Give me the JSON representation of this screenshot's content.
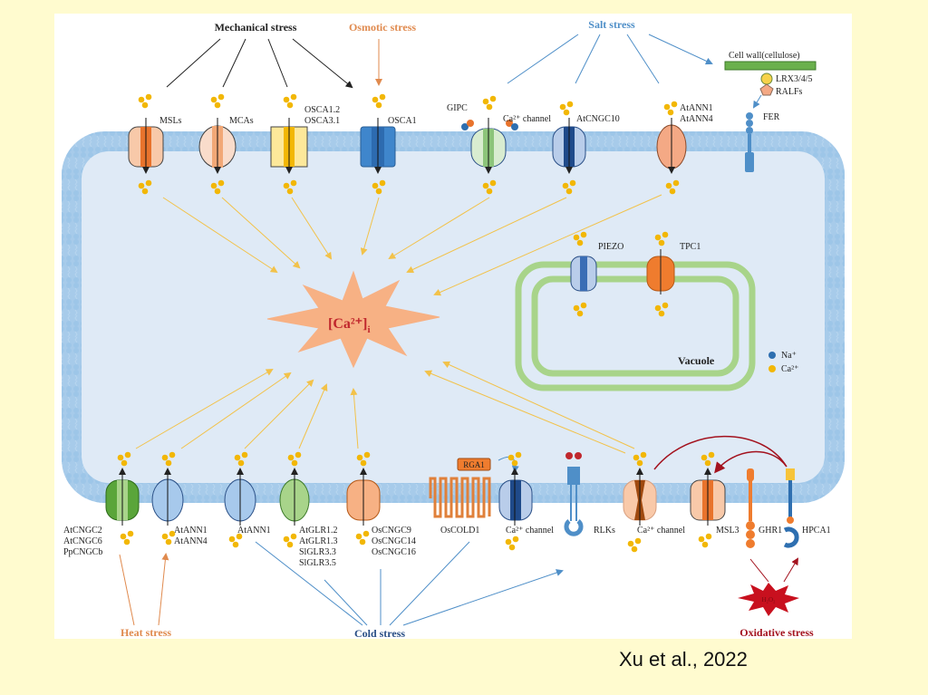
{
  "stresses": {
    "mechanical": "Mechanical stress",
    "osmotic": "Osmotic stress",
    "salt": "Salt stress",
    "heat": "Heat stress",
    "cold": "Cold stress",
    "oxidative": "Oxidative stress"
  },
  "top_channels": {
    "msls": "MSLs",
    "mcas": "MCAs",
    "osca_a": "OSCA1.2",
    "osca_b": "OSCA3.1",
    "osca1": "OSCA1",
    "gipc": "GIPC",
    "ca_channel": "Ca²⁺ channel",
    "atcngc10": "AtCNGC10",
    "atann1": "AtANN1",
    "atann4": "AtANN4",
    "cell_wall": "Cell wall(cellulose)",
    "lrx": "LRX3/4/5",
    "ralfs": "RALFs",
    "fer": "FER"
  },
  "center": {
    "ca_label": "[Ca²⁺]",
    "ca_sub": "i"
  },
  "vacuole": {
    "label": "Vacuole",
    "piezo": "PIEZO",
    "tpc1": "TPC1"
  },
  "legend": {
    "na": "Na⁺",
    "ca": "Ca²⁺",
    "na_color": "#2e6fb0",
    "ca_color": "#f2b705"
  },
  "bottom_channels": {
    "heat_cngc": [
      "AtCNGC2",
      "AtCNGC6",
      "PpCNGCb"
    ],
    "heat_ann": [
      "AtANN1",
      "AtANN4"
    ],
    "cold_ann": "AtANN1",
    "cold_glr": [
      "AtGLR1.2",
      "AtGLR1.3",
      "SlGLR3.3",
      "SlGLR3.5"
    ],
    "cold_cngc": [
      "OsCNGC9",
      "OsCNGC14",
      "OsCNGC16"
    ],
    "oscold1": "OsCOLD1",
    "rga1": "RGA1",
    "ca_channel_1": "Ca²⁺ channel",
    "rlks": "RLKs",
    "ca_channel_2": "Ca²⁺ channel",
    "msl3": "MSL3",
    "ghr1": "GHR1",
    "hpca1": "HPCA1",
    "h2o2": "H₂O₂"
  },
  "citation": "Xu et al., 2022",
  "colors": {
    "membrane": "#a7cbea",
    "cytoplasm": "#dfeaf6",
    "calcium": "#f2b705",
    "mechanical": "#222222",
    "osmotic": "#e08a4e",
    "salt": "#4f8fc8",
    "heat": "#e08a4e",
    "cold": "#2a4f86",
    "oxidative": "#a3121e"
  }
}
